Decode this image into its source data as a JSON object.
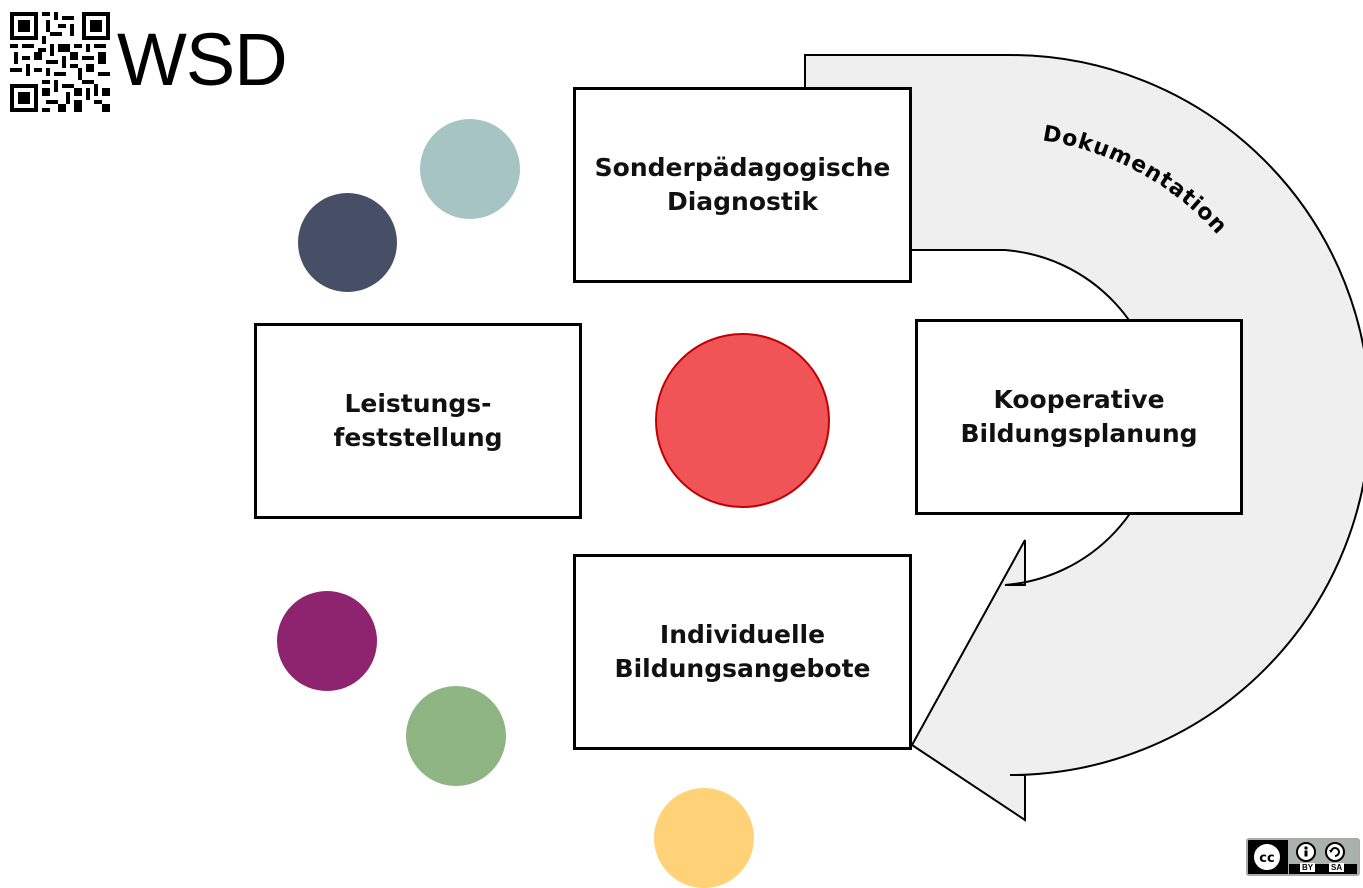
{
  "logo": {
    "text": "WSD",
    "qr_icon": "qr-code-icon"
  },
  "cycle": {
    "label": "Dokumentation"
  },
  "boxes": {
    "diagnostik": [
      "Sonderpädagogische",
      "Diagnostik"
    ],
    "bildungsplanung": [
      "Kooperative",
      "Bildungsplanung"
    ],
    "bildungsangebote": [
      "Individuelle",
      "Bildungsangebote"
    ],
    "leistungsfeststellung": [
      "Leistungs-",
      "feststellung"
    ]
  },
  "colors": {
    "center_circle": "#f05457",
    "center_circle_stroke": "#c00000",
    "arrow_fill": "#efefef",
    "dot_teal": "#a5c4c3",
    "dot_navy": "#464f66",
    "dot_purple": "#8e2470",
    "dot_green": "#8fb585",
    "dot_yellow": "#ffd278"
  },
  "license": {
    "icon": "cc-by-sa-icon",
    "by": "BY",
    "sa": "SA"
  }
}
